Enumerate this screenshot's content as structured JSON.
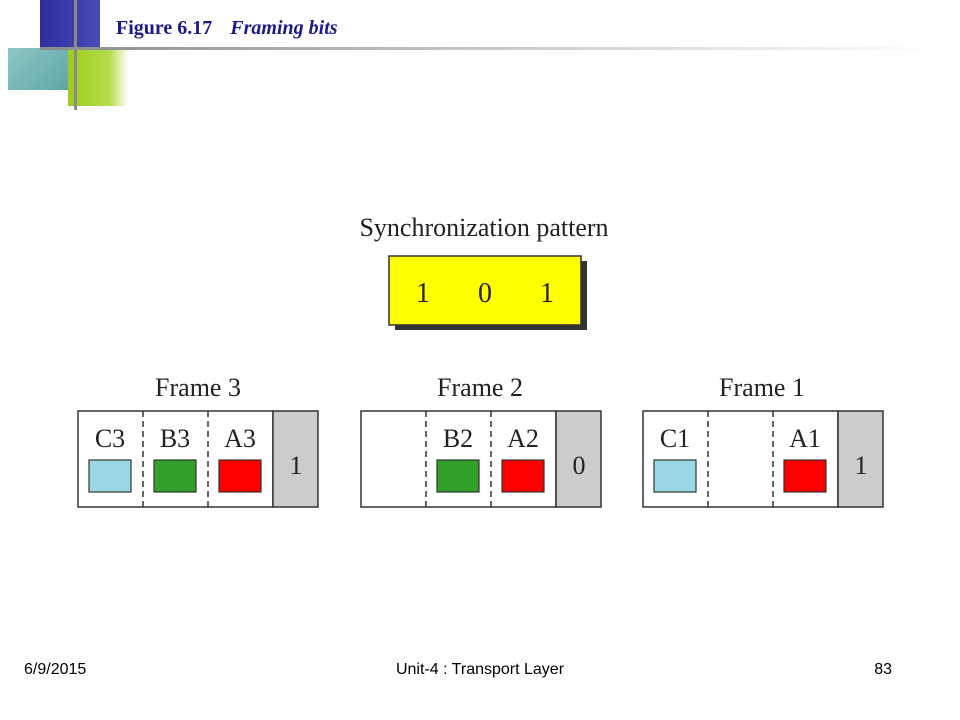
{
  "figure": {
    "label": "Figure 6.17",
    "name": "Framing bits"
  },
  "sync": {
    "title": "Synchronization pattern",
    "bits": [
      "1",
      "0",
      "1"
    ]
  },
  "frames": [
    {
      "title": "Frame 3",
      "slots": [
        "C3",
        "B3",
        "A3"
      ],
      "framing_bit": "1",
      "boxes": [
        "light-blue",
        "green",
        "red"
      ]
    },
    {
      "title": "Frame 2",
      "slots": [
        "",
        "B2",
        "A2"
      ],
      "framing_bit": "0",
      "boxes": [
        "",
        "green",
        "red"
      ]
    },
    {
      "title": "Frame 1",
      "slots": [
        "C1",
        "",
        "A1"
      ],
      "framing_bit": "1",
      "boxes": [
        "light-blue",
        "",
        "red"
      ]
    }
  ],
  "colors": {
    "title": "#1a1a8c",
    "sync_fill": "#ffff00",
    "light-blue": "#9ad8e8",
    "green": "#33a02c",
    "red": "#ff0000",
    "framing_cell": "#cccccc"
  },
  "footer": {
    "date": "6/9/2015",
    "title": "Unit-4 : Transport Layer",
    "page": "83"
  }
}
